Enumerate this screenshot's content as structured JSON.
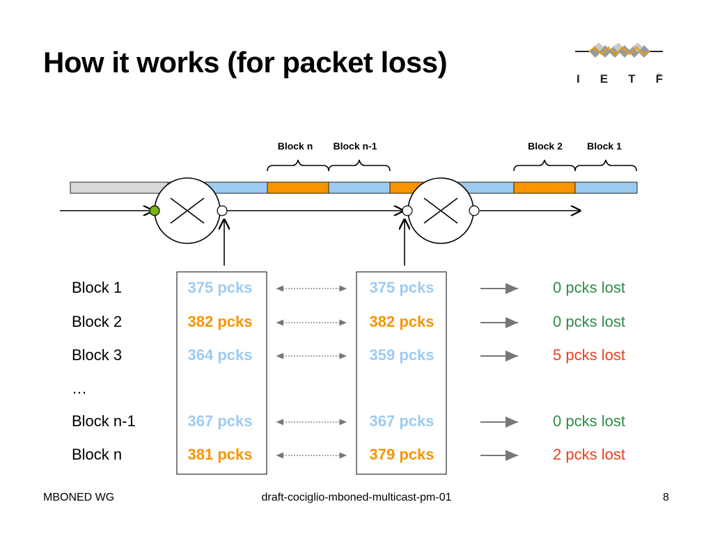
{
  "title": "How it works (for packet loss)",
  "logo": {
    "letters": [
      "I",
      "E",
      "T",
      "F"
    ],
    "reg_mark": "®"
  },
  "blocks_top": {
    "block_n": "Block n",
    "block_n_1": "Block n-1",
    "block_2": "Block 2",
    "block_1": "Block 1"
  },
  "colors": {
    "orange": "#F79400",
    "blue": "#9DCBF0",
    "grey_bar": "#D9D9D9",
    "green_dot": "#7AB317",
    "green_text": "#2E8B46",
    "red_text": "#E8401C",
    "blue_text": "#9DCBF0",
    "orange_text": "#F79400"
  },
  "rows": [
    {
      "label": "Block 1",
      "left": "375 pcks",
      "right": "375 pcks",
      "result": "0 pcks lost",
      "tone": "blue",
      "status": "ok"
    },
    {
      "label": "Block 2",
      "left": "382 pcks",
      "right": "382 pcks",
      "result": "0 pcks lost",
      "tone": "orange",
      "status": "ok"
    },
    {
      "label": "Block 3",
      "left": "364 pcks",
      "right": "359 pcks",
      "result": "5 pcks lost",
      "tone": "blue",
      "status": "loss"
    },
    {
      "label": "…",
      "left": "",
      "right": "",
      "result": "",
      "tone": "",
      "status": ""
    },
    {
      "label": "Block n-1",
      "left": "367 pcks",
      "right": "367 pcks",
      "result": "0 pcks lost",
      "tone": "blue",
      "status": "ok"
    },
    {
      "label": "Block n",
      "left": "381 pcks",
      "right": "379 pcks",
      "result": "2 pcks lost",
      "tone": "orange",
      "status": "loss"
    }
  ],
  "footer": {
    "left": "MBONED WG",
    "center": "draft-cociglio-mboned-multicast-pm-01",
    "right": "8"
  }
}
